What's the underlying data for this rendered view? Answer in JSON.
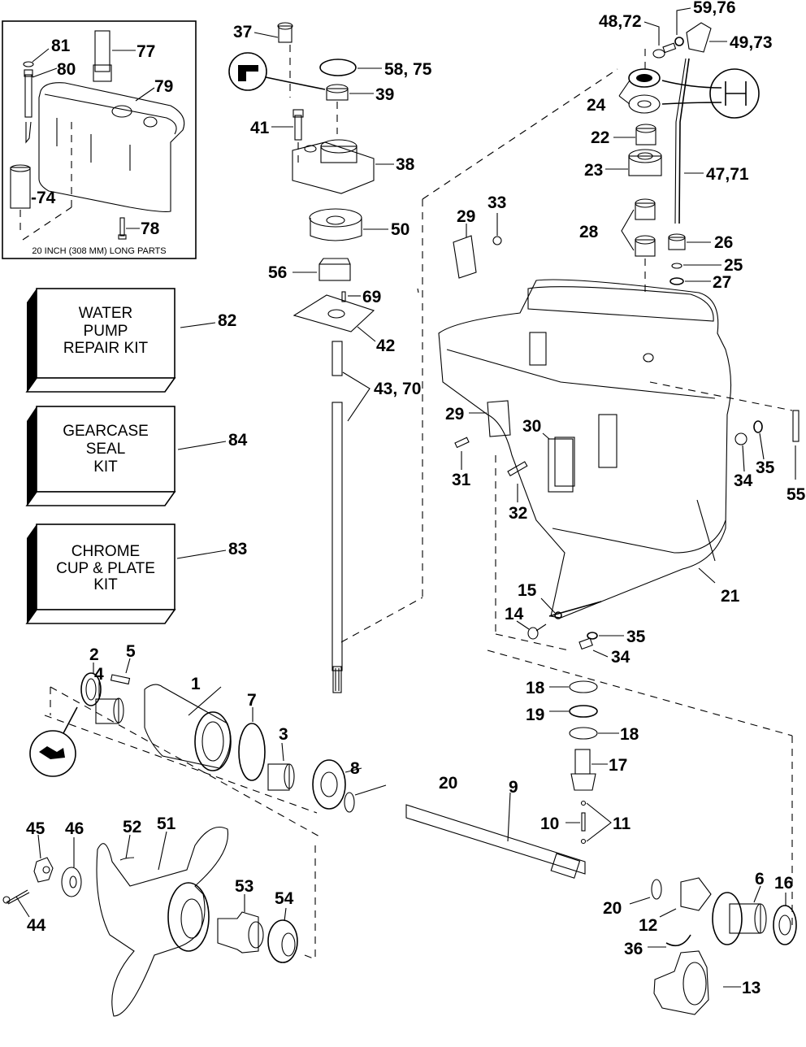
{
  "diagram": {
    "subject": "Outboard lower unit / gearcase exploded parts view",
    "inset": {
      "caption": "20 INCH (308 MM) LONG PARTS",
      "part_labels": [
        "81",
        "80",
        "77",
        "79",
        "74",
        "78"
      ]
    },
    "kits": [
      {
        "lines": [
          "WATER",
          "PUMP",
          "REPAIR KIT"
        ],
        "ref": "82"
      },
      {
        "lines": [
          "GEARCASE",
          "SEAL",
          "KIT"
        ],
        "ref": "84"
      },
      {
        "lines": [
          "CHROME",
          "CUP & PLATE",
          "KIT"
        ],
        "ref": "83"
      }
    ],
    "labels": {
      "p37": "37",
      "p58_75": "58, 75",
      "p39": "39",
      "p41": "41",
      "p38": "38",
      "p50": "50",
      "p56": "56",
      "p69": "69",
      "p42": "42",
      "p43_70": "43, 70",
      "p48_72": "48,72",
      "p59_76": "59,76",
      "p49_73": "49,73",
      "p24": "24",
      "p22": "22",
      "p23": "23",
      "p47_71": "47,71",
      "p28": "28",
      "p26": "26",
      "p25": "25",
      "p27": "27",
      "p29a": "29",
      "p33": "33",
      "p29b": "29",
      "p30": "30",
      "p31": "31",
      "p32": "32",
      "p34a": "34",
      "p35a": "35",
      "p55": "55",
      "p21": "21",
      "p15": "15",
      "p14": "14",
      "p35b": "35",
      "p34b": "34",
      "p2": "2",
      "p4": "4",
      "p5": "5",
      "p1": "1",
      "p7": "7",
      "p3": "3",
      "p8": "8",
      "p20a": "20",
      "p9": "9",
      "p18a": "18",
      "p19": "19",
      "p18b": "18",
      "p17": "17",
      "p10": "10",
      "p11": "11",
      "p20b": "20",
      "p12": "12",
      "p6": "6",
      "p16": "16",
      "p36": "36",
      "p13": "13",
      "p45": "45",
      "p46": "46",
      "p52": "52",
      "p51": "51",
      "p44": "44",
      "p53": "53",
      "p54": "54"
    }
  }
}
